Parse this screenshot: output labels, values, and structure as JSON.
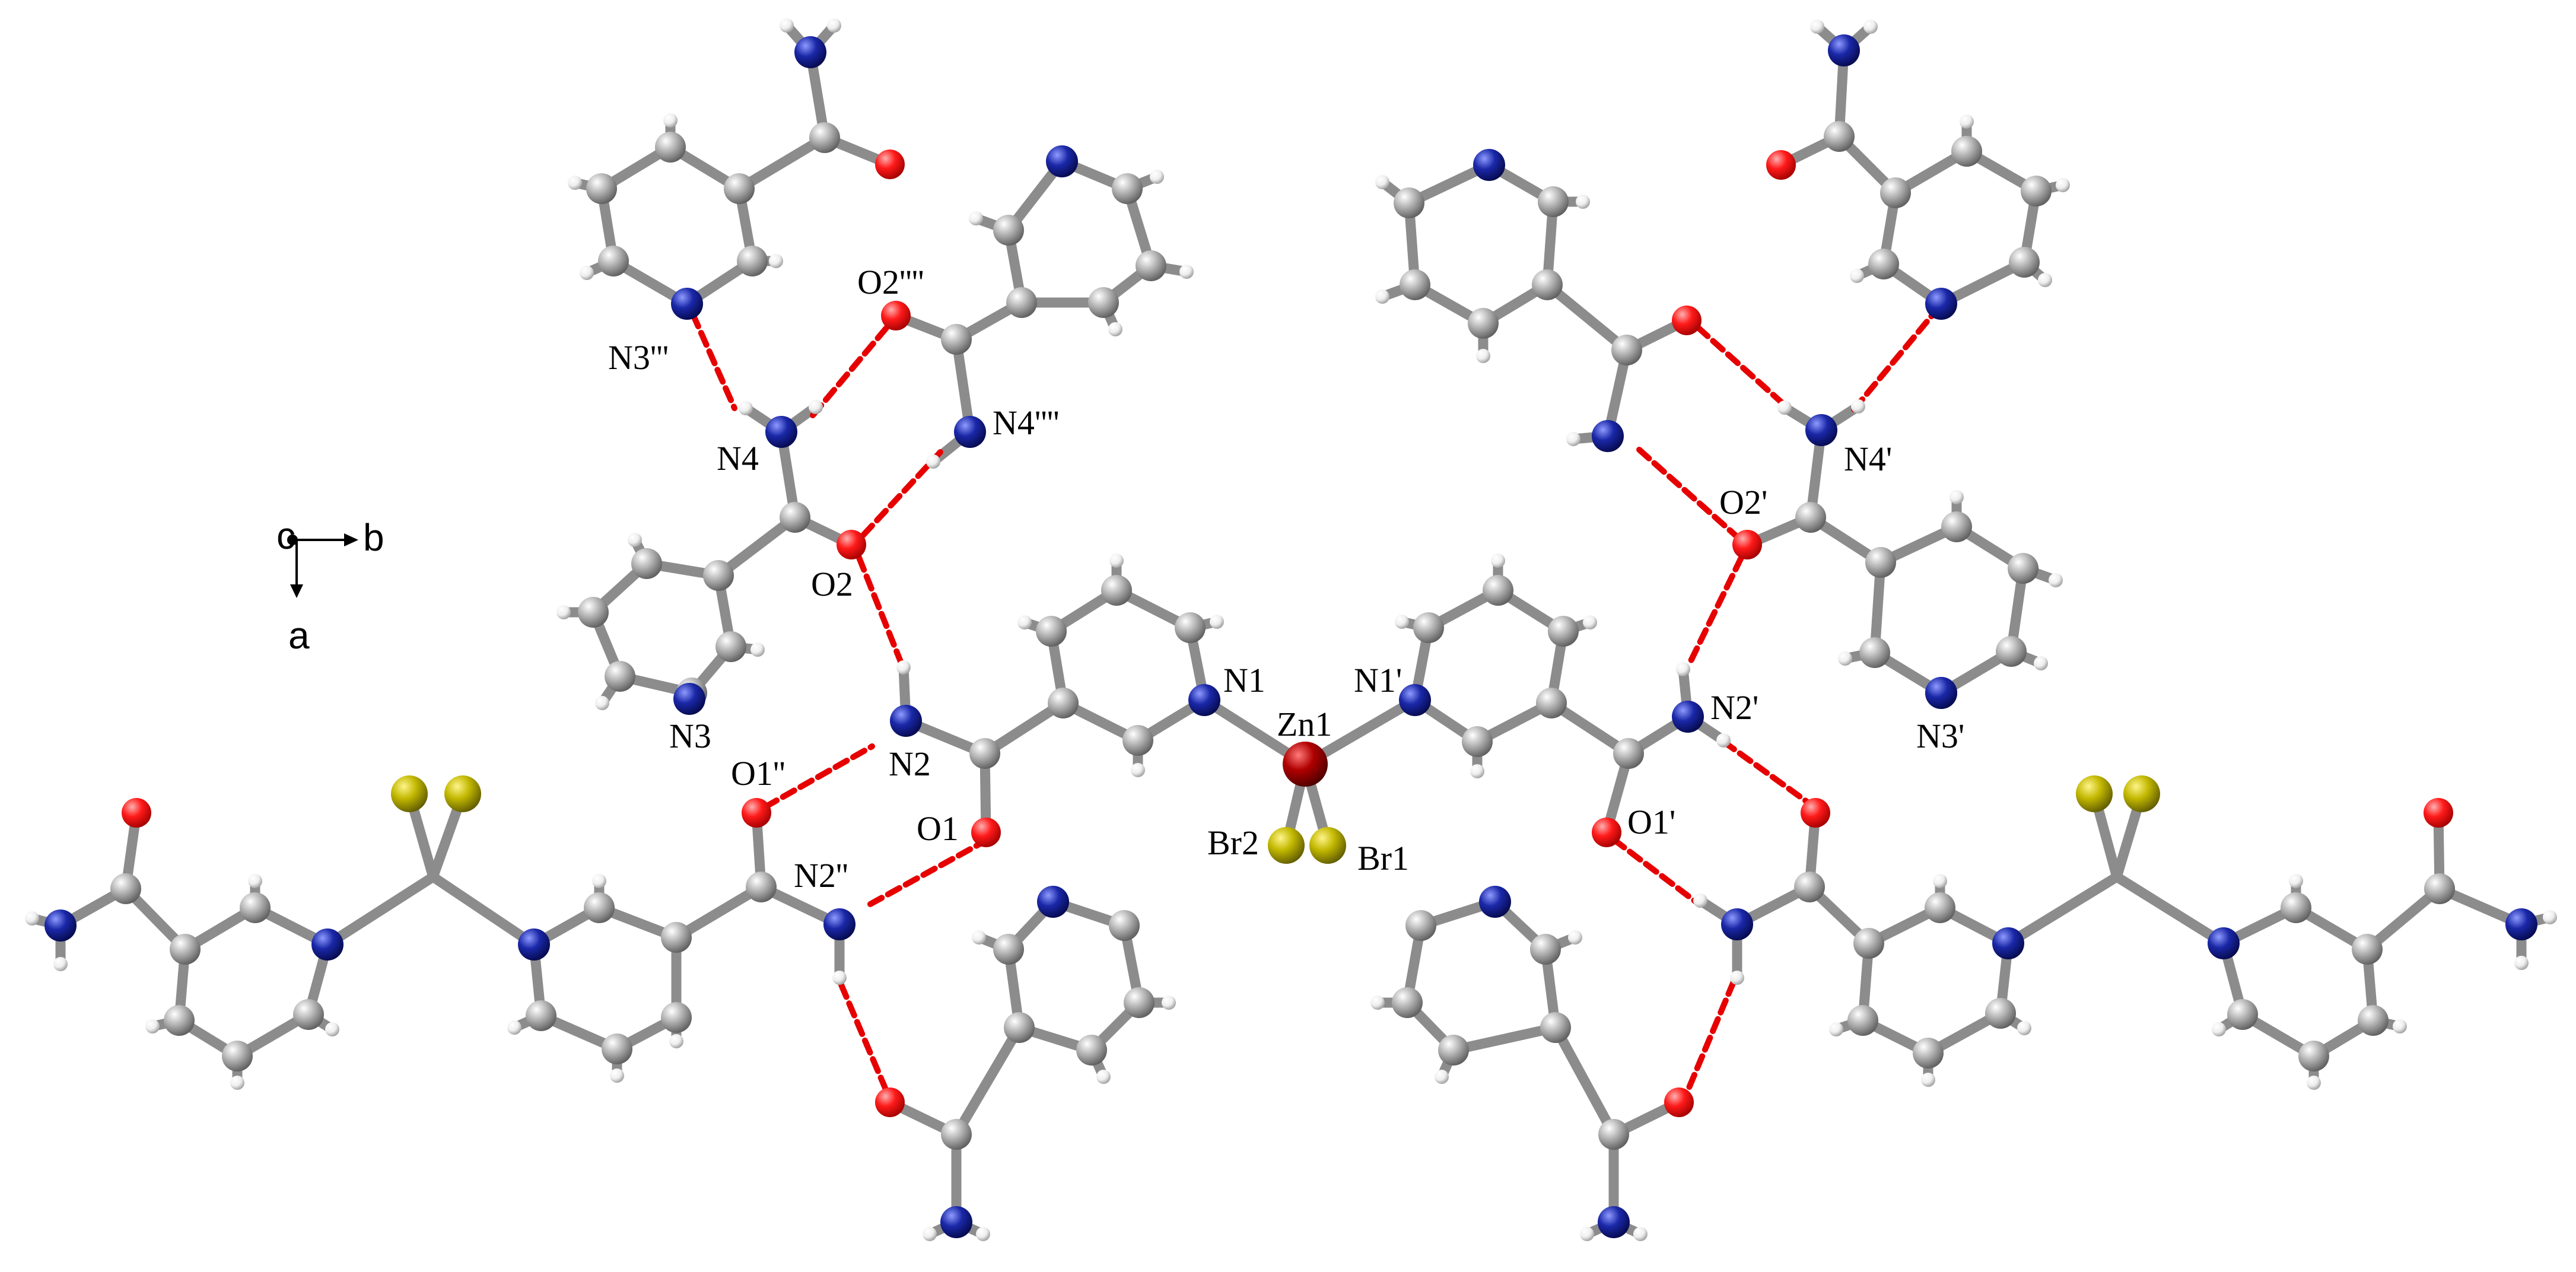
{
  "colors": {
    "carbon": "#8c8c8c",
    "nitrogen": "#0a1591",
    "oxygen": "#ff0000",
    "hydrogen": "#eaeaea",
    "zinc": "#a00000",
    "bromine": "#b4ad00",
    "bond": "#8c8c8c",
    "hbond": "#e60000",
    "background": "#ffffff"
  },
  "axes": {
    "c": "c",
    "b": "b",
    "a": "a"
  },
  "labels": {
    "N3ppp": "N3'''",
    "O2pppp": "O2''''",
    "N4": "N4",
    "N4pppp": "N4''''",
    "O2": "O2",
    "N3": "N3",
    "N1": "N1",
    "Zn1": "Zn1",
    "N1p": "N1'",
    "N2": "N2",
    "O1pp": "O1''",
    "O1": "O1",
    "N2pp": "N2''",
    "Br2": "Br2",
    "Br1": "Br1",
    "O2p": "O2'",
    "N4p": "N4'",
    "N2p": "N2'",
    "N3p": "N3'",
    "O1p": "O1'"
  }
}
